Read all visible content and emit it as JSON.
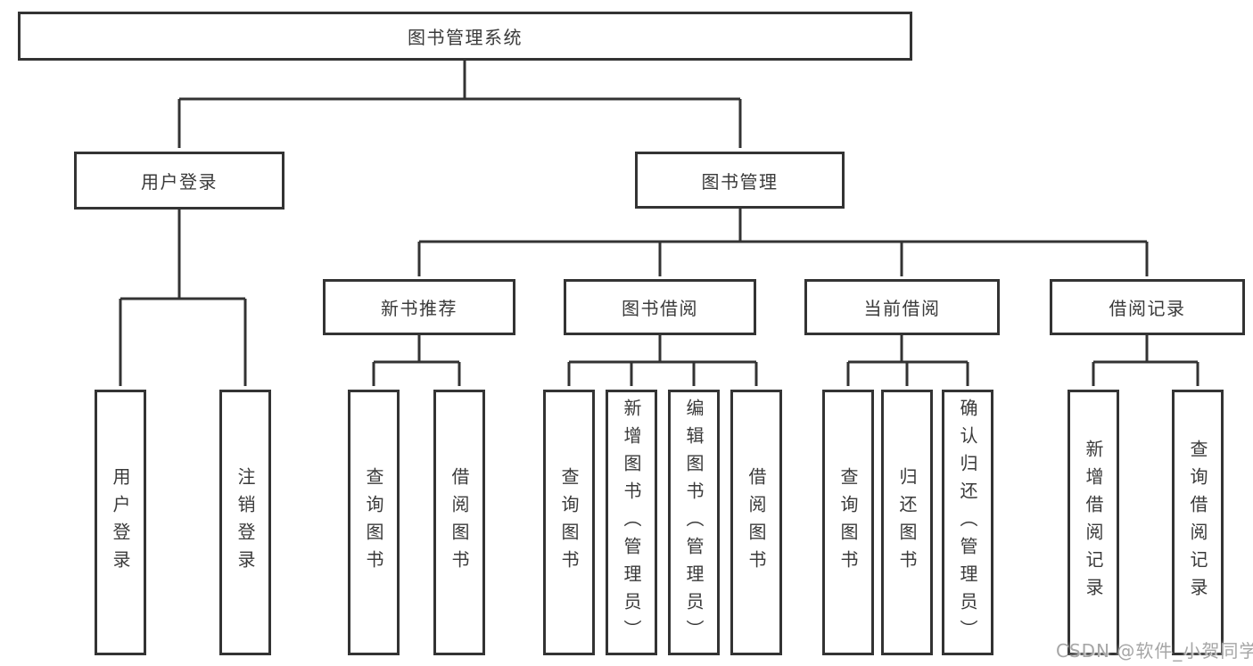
{
  "colors": {
    "line": "#333333",
    "text": "#3a3a3a",
    "background": "#ffffff",
    "watermark": "#a6a6a6"
  },
  "tree": {
    "label": "图书管理系统",
    "children": [
      {
        "label": "用户登录",
        "children": [
          {
            "label": "用户登录"
          },
          {
            "label": "注销登录"
          }
        ]
      },
      {
        "label": "图书管理",
        "children": [
          {
            "label": "新书推荐",
            "children": [
              {
                "label": "查询图书"
              },
              {
                "label": "借阅图书"
              }
            ]
          },
          {
            "label": "图书借阅",
            "children": [
              {
                "label": "查询图书"
              },
              {
                "label": "新增图书（管理员）"
              },
              {
                "label": "编辑图书（管理员）"
              },
              {
                "label": "借阅图书"
              }
            ]
          },
          {
            "label": "当前借阅",
            "children": [
              {
                "label": "查询图书"
              },
              {
                "label": "归还图书"
              },
              {
                "label": "确认归还（管理员）"
              }
            ]
          },
          {
            "label": "借阅记录",
            "children": [
              {
                "label": "新增借阅记录"
              },
              {
                "label": "查询借阅记录"
              }
            ]
          }
        ]
      }
    ]
  },
  "watermark": {
    "text": "CSDN @软件_小贺同学"
  }
}
